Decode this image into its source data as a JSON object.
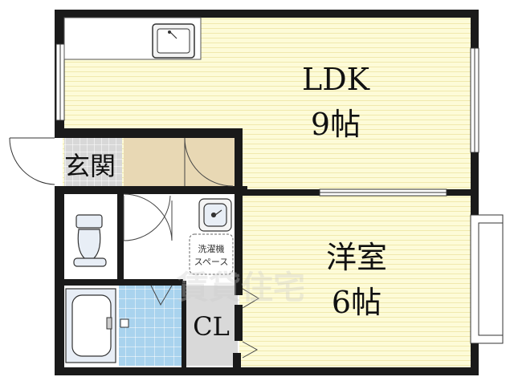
{
  "rooms": {
    "ldk": {
      "name": "LDK",
      "size": "9帖"
    },
    "western": {
      "name": "洋室",
      "size": "6帖"
    },
    "entrance": {
      "name": "玄関"
    },
    "closet": {
      "name": "CL"
    }
  },
  "fixtures": {
    "washer_space_line1": "洗濯機",
    "washer_space_line2": "スペース"
  },
  "watermark": "賃貸住宅",
  "colors": {
    "wall": "#1a1a1a",
    "room_yellow": "#fdfbd8",
    "stripe": "#efe9b0",
    "entrance_floor": "#e8d8b4",
    "bath_tile": "#a9d3ee",
    "closet_floor": "#d9d9d9",
    "fixture_fill": "#e8eef6",
    "tile_gray": "#c8c8c8"
  }
}
